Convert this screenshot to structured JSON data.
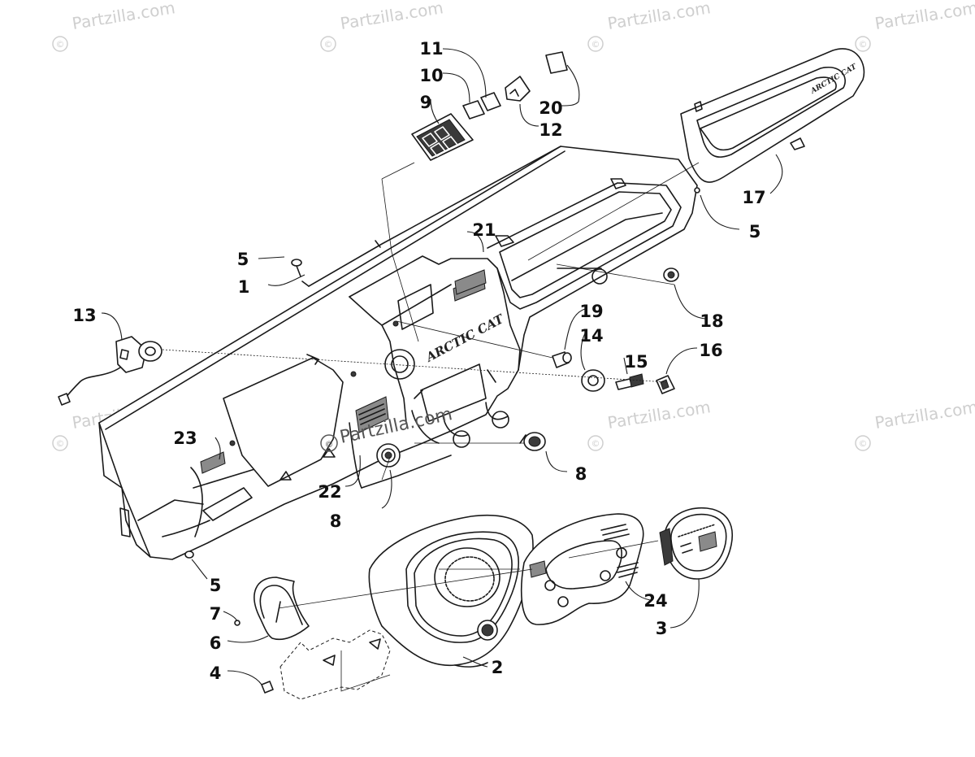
{
  "watermark": {
    "text": "Partzilla.com",
    "center_text": "Partzilla.com",
    "symbol": "©"
  },
  "diagram": {
    "brand_text": "ARCTIC CAT"
  },
  "callouts": [
    {
      "id": "c1",
      "label": "1"
    },
    {
      "id": "c2",
      "label": "2"
    },
    {
      "id": "c3",
      "label": "3"
    },
    {
      "id": "c4",
      "label": "4"
    },
    {
      "id": "c5a",
      "label": "5"
    },
    {
      "id": "c5b",
      "label": "5"
    },
    {
      "id": "c5c",
      "label": "5"
    },
    {
      "id": "c6",
      "label": "6"
    },
    {
      "id": "c7",
      "label": "7"
    },
    {
      "id": "c8a",
      "label": "8"
    },
    {
      "id": "c8b",
      "label": "8"
    },
    {
      "id": "c9",
      "label": "9"
    },
    {
      "id": "c10",
      "label": "10"
    },
    {
      "id": "c11",
      "label": "11"
    },
    {
      "id": "c12",
      "label": "12"
    },
    {
      "id": "c13",
      "label": "13"
    },
    {
      "id": "c14",
      "label": "14"
    },
    {
      "id": "c15",
      "label": "15"
    },
    {
      "id": "c16",
      "label": "16"
    },
    {
      "id": "c17",
      "label": "17"
    },
    {
      "id": "c18",
      "label": "18"
    },
    {
      "id": "c19",
      "label": "19"
    },
    {
      "id": "c20",
      "label": "20"
    },
    {
      "id": "c21",
      "label": "21"
    },
    {
      "id": "c22",
      "label": "22"
    },
    {
      "id": "c23",
      "label": "23"
    },
    {
      "id": "c24",
      "label": "24"
    }
  ]
}
